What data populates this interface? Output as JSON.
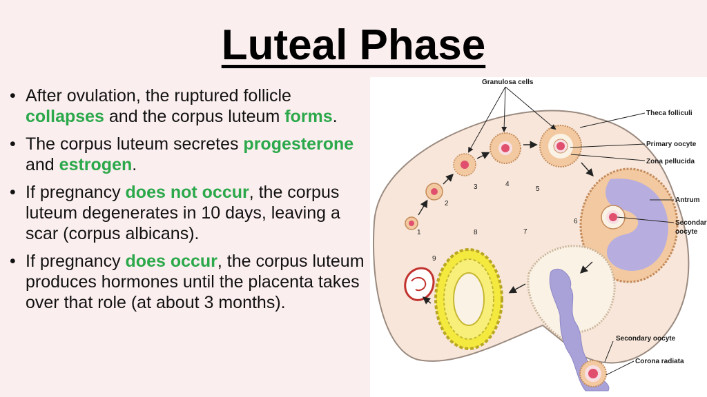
{
  "title": "Luteal Phase",
  "bullets": [
    [
      {
        "text": "After ovulation, the ruptured follicle ",
        "hl": false
      },
      {
        "text": "collapses",
        "hl": true
      },
      {
        "text": " and the corpus luteum ",
        "hl": false
      },
      {
        "text": "forms",
        "hl": true
      },
      {
        "text": ".",
        "hl": false
      }
    ],
    [
      {
        "text": "The corpus luteum secretes ",
        "hl": false
      },
      {
        "text": "progesterone",
        "hl": true
      },
      {
        "text": " and ",
        "hl": false
      },
      {
        "text": "estrogen",
        "hl": true
      },
      {
        "text": ".",
        "hl": false
      }
    ],
    [
      {
        "text": "If pregnancy ",
        "hl": false
      },
      {
        "text": "does not occur",
        "hl": true
      },
      {
        "text": ", the corpus luteum degenerates in 10 days, leaving a scar (corpus albicans).",
        "hl": false
      }
    ],
    [
      {
        "text": "If pregnancy ",
        "hl": false
      },
      {
        "text": "does occur",
        "hl": true
      },
      {
        "text": ", the corpus luteum produces hormones until the placenta takes over that role (at about 3 months).",
        "hl": false
      }
    ]
  ],
  "figure": {
    "labels": {
      "granulosa": "Granulosa cells",
      "theca": "Theca folliculi",
      "primary_oocyte": "Primary oocyte",
      "zona": "Zona pellucida",
      "antrum": "Antrum",
      "secondary_oocyte_1": "Secondary",
      "secondary_oocyte_2": "oocyte",
      "secondary_oocyte_bottom": "Secondary oocyte",
      "corona": "Corona radiata"
    },
    "stages": [
      "1",
      "2",
      "3",
      "4",
      "5",
      "6",
      "7",
      "8",
      "9"
    ]
  },
  "colors": {
    "highlight": "#2aa84a",
    "background": "#fbeeee"
  }
}
